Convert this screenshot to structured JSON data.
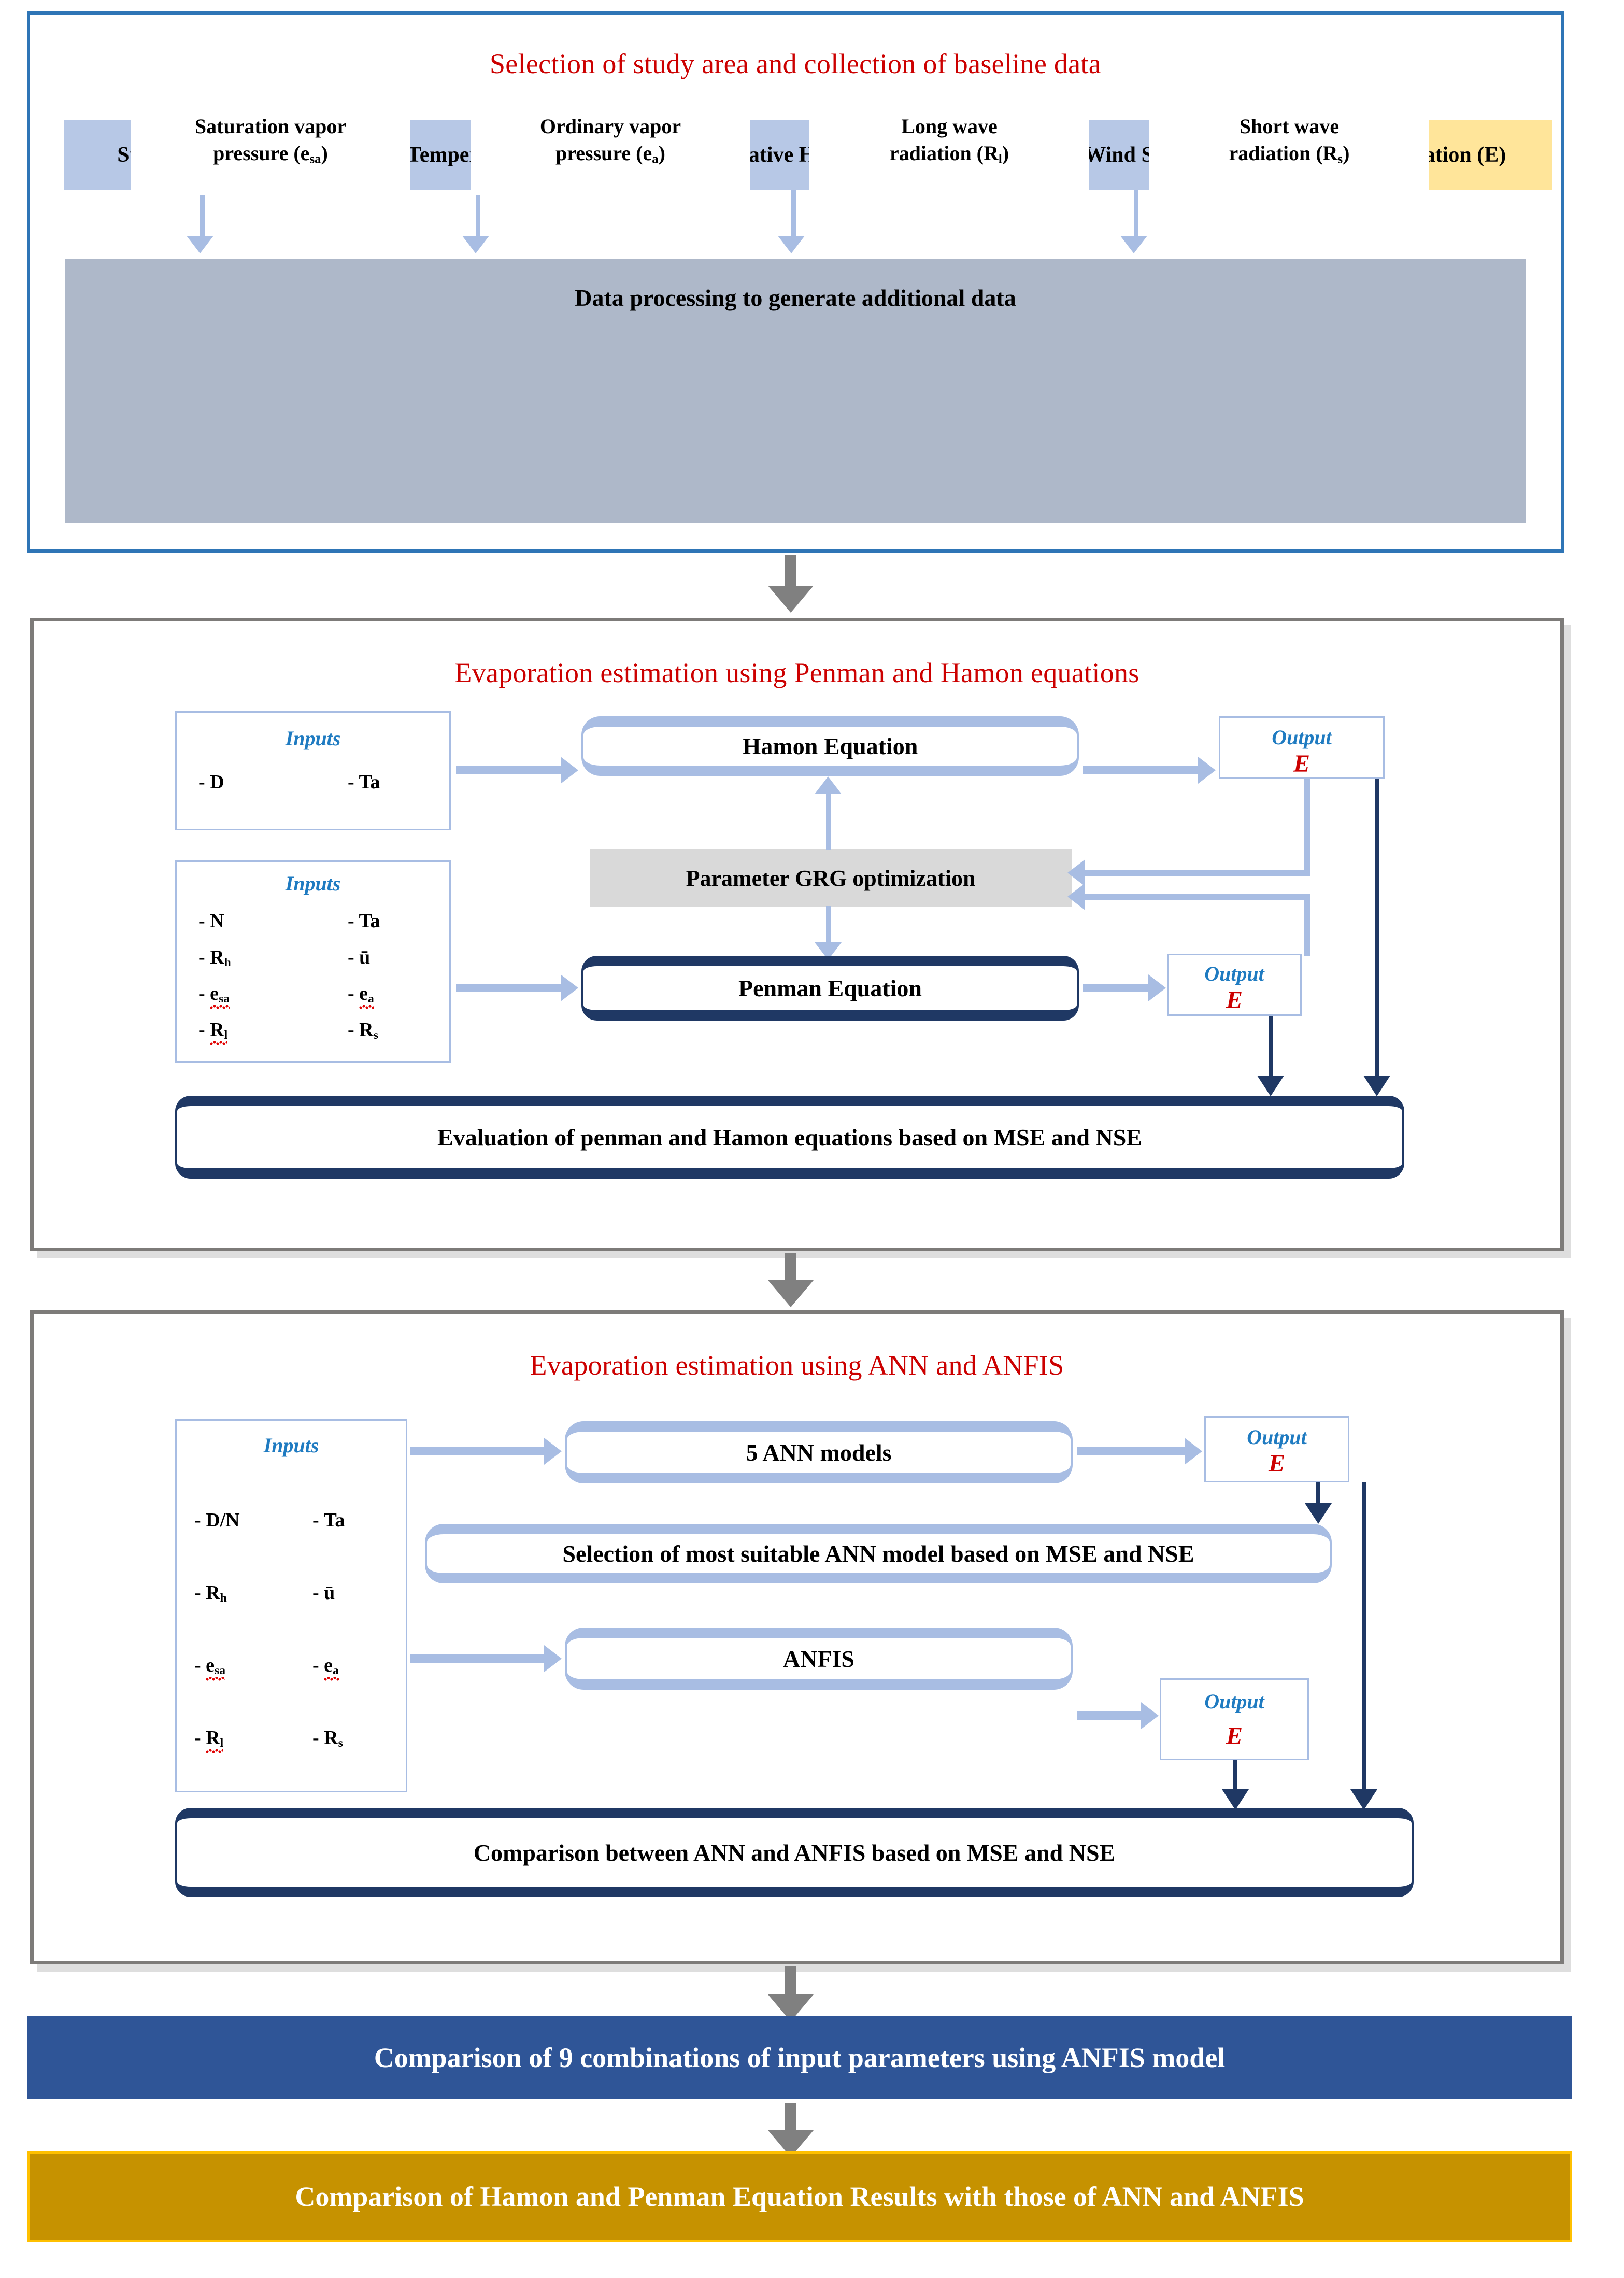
{
  "colors": {
    "section1_border": "#2E75B6",
    "section_border_gray": "#7D7B79",
    "param_fill": "#B7C8E6",
    "param_accent_fill": "#FFE59A",
    "data_panel_fill": "#AEB8C9",
    "title_red": "#CC0000",
    "label_blue": "#1F7BC1",
    "arrow_blue": "#A8BDE3",
    "navy": "#1F3864",
    "grg_fill": "#D9D9D9",
    "banner_blue": "#2F5597",
    "banner_gold": "#C69200",
    "banner_gold_border": "#FFC000",
    "gray_arrow": "#808080"
  },
  "section1": {
    "title": "Selection of study area and collection of baseline data",
    "parameters": [
      {
        "label": "Sunshine hours (D)",
        "accent": false
      },
      {
        "label": "Temperature (T",
        "sub": "a",
        "suffix": ")",
        "accent": false
      },
      {
        "label": "Relative Humidity (R",
        "sub": "h",
        "suffix": ")",
        "accent": false
      },
      {
        "label": "Wind Speed (ū)",
        "accent": false
      },
      {
        "label": "Evaporation (E)",
        "accent": true
      }
    ],
    "processing_title": "Data processing to generate additional data",
    "derived": [
      {
        "line1": "Saturation vapor",
        "line2": "pressure (e",
        "sub": "sa",
        "suffix": ")"
      },
      {
        "line1": "Ordinary vapor",
        "line2": "pressure (e",
        "sub": "a",
        "suffix": ")"
      },
      {
        "line1": "Long wave",
        "line2": "radiation (R",
        "sub": "l",
        "suffix": ")"
      },
      {
        "line1": "Short wave",
        "line2": "radiation (R",
        "sub": "s",
        "suffix": ")"
      }
    ]
  },
  "section2": {
    "title": "Evaporation estimation using Penman and Hamon equations",
    "inputs_label": "Inputs",
    "output_label": "Output",
    "output_value": "E",
    "hamon_inputs": [
      {
        "left": "D",
        "left_sub": "",
        "left_flag": false,
        "right": "Ta",
        "right_sub": "",
        "right_flag": false
      }
    ],
    "penman_inputs": [
      {
        "left": "N",
        "left_sub": "",
        "left_flag": false,
        "right": "Ta",
        "right_sub": "",
        "right_flag": false
      },
      {
        "left": "R",
        "left_sub": "h",
        "left_flag": false,
        "right": "ū",
        "right_sub": "",
        "right_flag": false
      },
      {
        "left": "e",
        "left_sub": "sa",
        "left_flag": true,
        "right": "e",
        "right_sub": "a",
        "right_flag": true
      },
      {
        "left": "R",
        "left_sub": "l",
        "left_flag": true,
        "right": "R",
        "right_sub": "s",
        "right_flag": false
      }
    ],
    "hamon_equation": "Hamon Equation",
    "penman_equation": "Penman Equation",
    "optimization": "Parameter GRG optimization",
    "evaluation": "Evaluation of penman and Hamon equations based on MSE and NSE"
  },
  "section3": {
    "title": "Evaporation estimation using ANN and ANFIS",
    "inputs_label": "Inputs",
    "output_label": "Output",
    "output_value": "E",
    "inputs": [
      {
        "left": "D/N",
        "left_sub": "",
        "left_flag": false,
        "right": "Ta",
        "right_sub": "",
        "right_flag": false
      },
      {
        "left": "R",
        "left_sub": "h",
        "left_flag": false,
        "right": "ū",
        "right_sub": "",
        "right_flag": false
      },
      {
        "left": "e",
        "left_sub": "sa",
        "left_flag": true,
        "right": "e",
        "right_sub": "a",
        "right_flag": true
      },
      {
        "left": "R",
        "left_sub": "l",
        "left_flag": true,
        "right": "R",
        "right_sub": "s",
        "right_flag": false
      }
    ],
    "ann_models": "5 ANN models",
    "ann_selection": "Selection of most suitable ANN model based on MSE and NSE",
    "anfis": "ANFIS",
    "comparison": "Comparison between ANN and ANFIS based on MSE and NSE"
  },
  "banners": {
    "blue": "Comparison of 9 combinations of input parameters using ANFIS model",
    "gold": "Comparison of Hamon and Penman Equation Results with those of ANN and ANFIS"
  }
}
